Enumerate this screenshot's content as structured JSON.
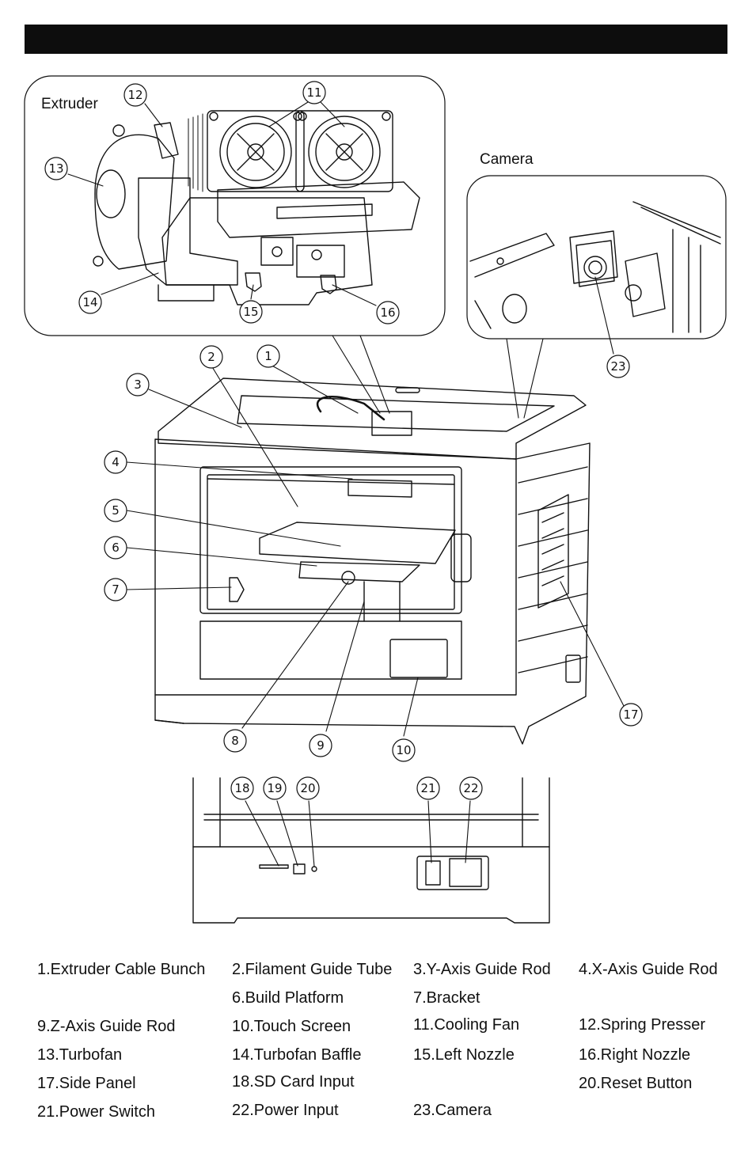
{
  "insets": {
    "extruder_title": "Extruder",
    "camera_title": "Camera"
  },
  "callouts": [
    "1",
    "2",
    "3",
    "4",
    "5",
    "6",
    "7",
    "8",
    "9",
    "10",
    "11",
    "12",
    "13",
    "14",
    "15",
    "16",
    "17",
    "18",
    "19",
    "20",
    "21",
    "22",
    "23"
  ],
  "legend": {
    "items": [
      "1.Extruder Cable Bunch",
      "2.Filament Guide Tube",
      "3.Y-Axis Guide Rod",
      "4.X-Axis Guide Rod",
      "6.Build Platform",
      "7.Bracket",
      "9.Z-Axis Guide Rod",
      "10.Touch Screen",
      "11.Cooling Fan",
      "12.Spring Presser",
      "13.Turbofan",
      "14.Turbofan Baffle",
      "15.Left Nozzle",
      "16.Right Nozzle",
      "17.Side Panel",
      "18.SD Card Input",
      "20.Reset Button",
      "21.Power Switch",
      "22.Power Input",
      "23.Camera"
    ]
  }
}
